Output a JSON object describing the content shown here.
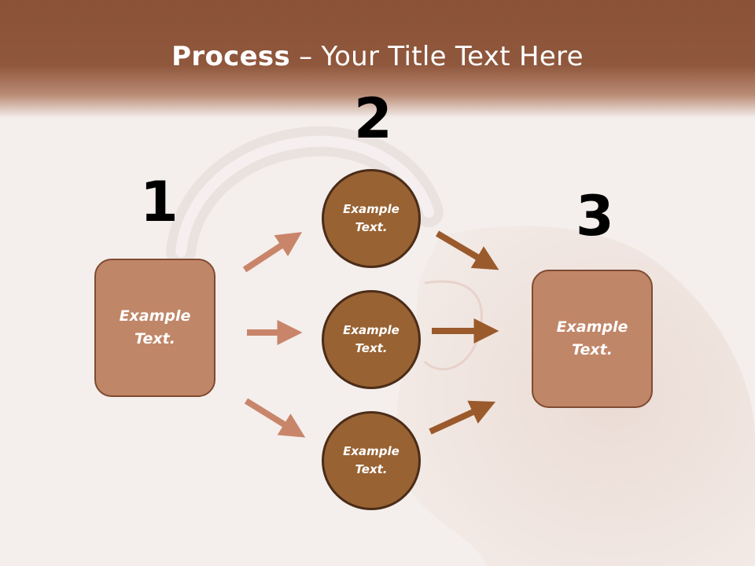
{
  "title": {
    "bold": "Process",
    "rest": " – Your Title Text Here"
  },
  "numbers": [
    "1",
    "2",
    "3"
  ],
  "step1": {
    "text": "Example Text."
  },
  "step2": {
    "items": [
      {
        "text": "Example Text."
      },
      {
        "text": "Example Text."
      },
      {
        "text": "Example Text."
      }
    ]
  },
  "step3": {
    "text": "Example Text."
  },
  "colors": {
    "header": "#8b5238",
    "box_fill": "#c08668",
    "circle_fill": "#986233",
    "left_arrows": "#c9856a",
    "right_arrows": "#9a5a2c"
  }
}
